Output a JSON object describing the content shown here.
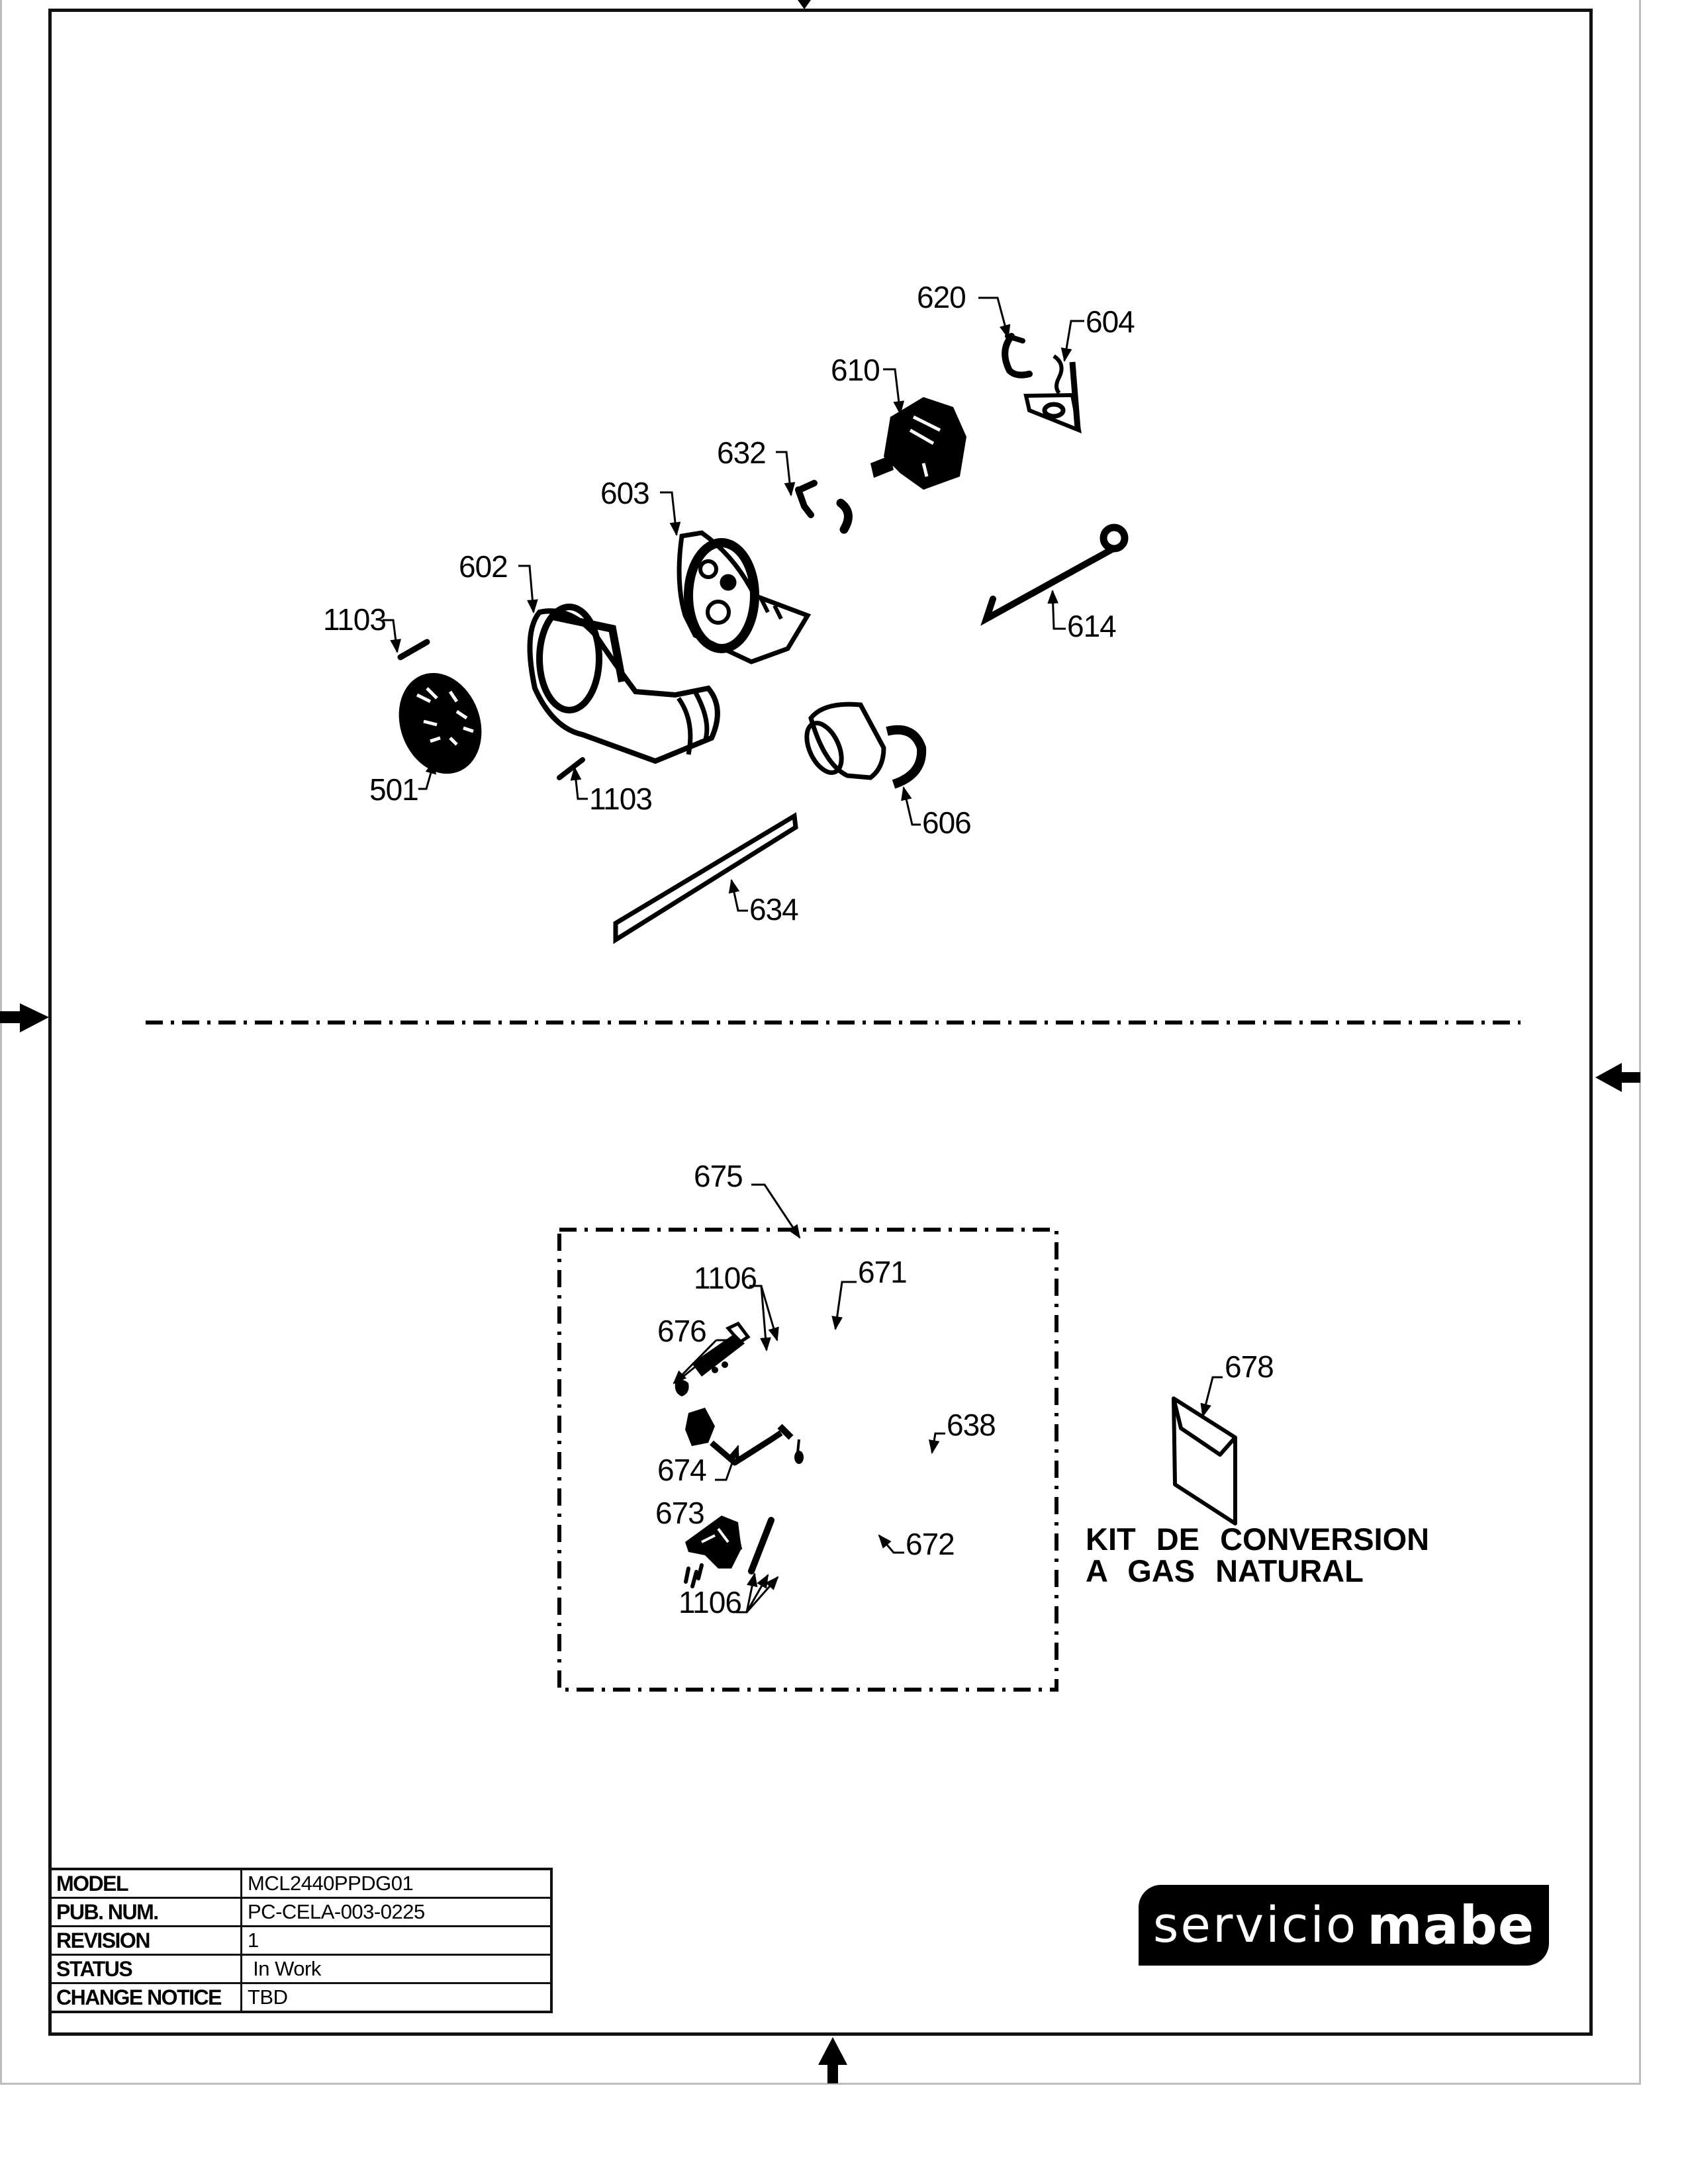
{
  "document": {
    "type": "exploded parts diagram",
    "sections": {
      "upper": {
        "callouts": [
          {
            "id": "620",
            "part": "620"
          },
          {
            "id": "604",
            "part": "604"
          },
          {
            "id": "610",
            "part": "610"
          },
          {
            "id": "632",
            "part": "632"
          },
          {
            "id": "603",
            "part": "603"
          },
          {
            "id": "602",
            "part": "602"
          },
          {
            "id": "1103a",
            "part": "1103"
          },
          {
            "id": "614",
            "part": "614"
          },
          {
            "id": "501",
            "part": "501"
          },
          {
            "id": "1103b",
            "part": "1103"
          },
          {
            "id": "606",
            "part": "606"
          },
          {
            "id": "634",
            "part": "634"
          }
        ]
      },
      "lower": {
        "kit_group_callout": "675",
        "callouts": [
          {
            "id": "1106a",
            "part": "1106"
          },
          {
            "id": "671",
            "part": "671"
          },
          {
            "id": "676",
            "part": "676"
          },
          {
            "id": "638",
            "part": "638"
          },
          {
            "id": "674",
            "part": "674"
          },
          {
            "id": "673",
            "part": "673"
          },
          {
            "id": "672",
            "part": "672"
          },
          {
            "id": "1106b",
            "part": "1106"
          },
          {
            "id": "678",
            "part": "678"
          }
        ],
        "kit_caption_line1": "KIT DE CONVERSION",
        "kit_caption_line2": "A GAS NATURAL"
      }
    }
  },
  "title_block": {
    "rows": [
      {
        "label": "MODEL",
        "value": "MCL2440PPDG01"
      },
      {
        "label": "PUB. NUM.",
        "value": "PC-CELA-003-0225"
      },
      {
        "label": "REVISION",
        "value": "1"
      },
      {
        "label": "STATUS",
        "value": " In Work"
      },
      {
        "label": "CHANGE NOTICE",
        "value": "TBD"
      }
    ]
  },
  "logo": {
    "light_word": "servicio",
    "bold_word": "mabe"
  }
}
